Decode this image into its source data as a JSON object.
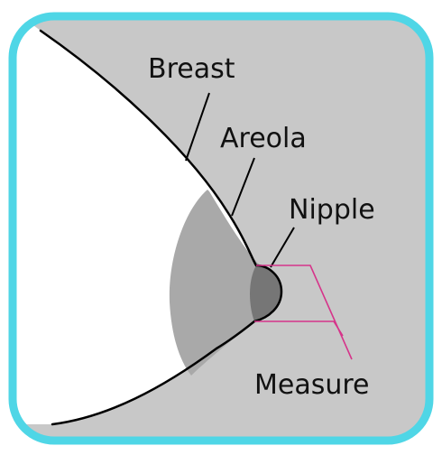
{
  "labels": {
    "breast": "Breast",
    "areola": "Areola",
    "nipple": "Nipple",
    "measure": "Measure"
  },
  "colors": {
    "frame_border": "#4fd6e6",
    "background": "#c8c8c8",
    "breast_fill": "#ffffff",
    "areola_fill": "#a9a9a9",
    "nipple_fill": "#767676",
    "outline": "#000000",
    "measure_line": "#d6348a"
  }
}
